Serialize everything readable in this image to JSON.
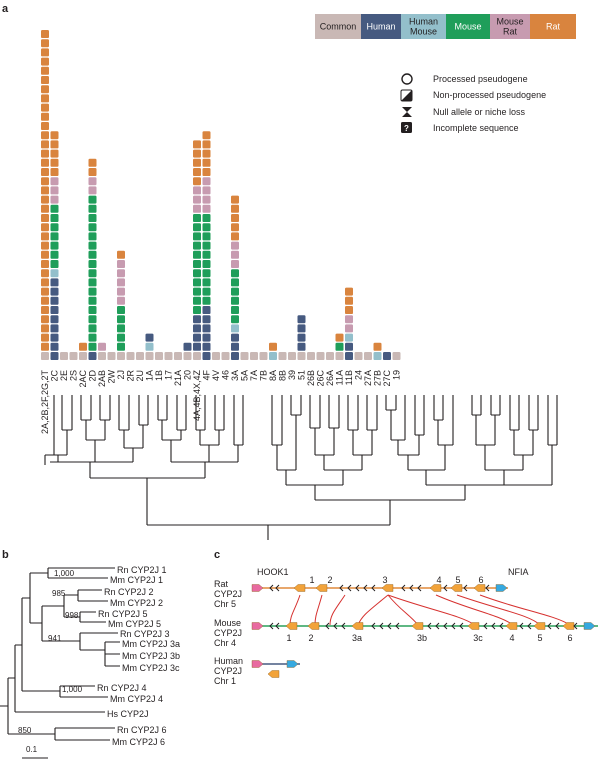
{
  "panels": {
    "a": "a",
    "b": "b",
    "c": "c"
  },
  "colors": {
    "common": "#c9b8b5",
    "human": "#465a80",
    "human_mouse": "#93bfcb",
    "mouse": "#1f9e5a",
    "mouse_rat": "#c79bb0",
    "rat": "#d9843e",
    "line": "#231f20",
    "red": "#d6312f",
    "green_chr": "#2aa05a",
    "orange_chr": "#e08a3c",
    "gene_orange": "#f2a33a",
    "gene_pink": "#e86aa0",
    "gene_blue": "#36a9e0"
  },
  "legend_top": [
    {
      "label": "Common",
      "color": "#c9b8b5",
      "text_color": "#231f20"
    },
    {
      "label": "Human",
      "color": "#465a80",
      "text_color": "#ffffff"
    },
    {
      "label": "Human\nMouse",
      "color": "#93bfcb",
      "text_color": "#231f20"
    },
    {
      "label": "Mouse",
      "color": "#1f9e5a",
      "text_color": "#ffffff"
    },
    {
      "label": "Mouse\nRat",
      "color": "#c79bb0",
      "text_color": "#231f20"
    },
    {
      "label": "Rat",
      "color": "#d9843e",
      "text_color": "#ffffff"
    }
  ],
  "legend_symbols": [
    {
      "icon": "processed-pseudogene-icon",
      "label": "Processed pseudogene"
    },
    {
      "icon": "non-processed-pseudogene-icon",
      "label": "Non-processed pseudogene"
    },
    {
      "icon": "null-allele-icon",
      "label": "Null allele or niche loss"
    },
    {
      "icon": "incomplete-sequence-icon",
      "label": "Incomplete sequence"
    }
  ],
  "gene_labels": [
    "2A,2B,2F,2G,2T",
    "2C",
    "2E",
    "2S",
    "2AC",
    "2D",
    "2AB",
    "2W",
    "2J",
    "2R",
    "2U",
    "1A",
    "1B",
    "17",
    "21A",
    "20",
    "4A,4B,4X,4Z",
    "4F",
    "4V",
    "46",
    "3A",
    "5A",
    "7A",
    "7B",
    "8A",
    "8B",
    "39",
    "51",
    "26B",
    "26C",
    "26A",
    "11A",
    "11B",
    "24",
    "27A",
    "27B",
    "27C",
    "19"
  ],
  "columns": [
    {
      "base": "c",
      "stack": [
        "r",
        "r",
        "r",
        "r",
        "r",
        "r",
        "r",
        "r",
        "r",
        "r",
        "r",
        "r",
        "r",
        "r",
        "r",
        "r",
        "r",
        "r",
        "r",
        "r",
        "r",
        "r",
        "r",
        "r",
        "r",
        "r",
        "r",
        "r",
        "r",
        "r",
        "r",
        "r",
        "r",
        "r",
        "r",
        "r",
        "r",
        "r",
        "r",
        "r"
      ]
    },
    {
      "base": "h",
      "stack": [
        "h",
        "h",
        "h",
        "h",
        "h",
        "h",
        "h",
        "h",
        "hm",
        "m",
        "m",
        "m",
        "m",
        "m",
        "m",
        "m",
        "mr",
        "mr",
        "mr",
        "r",
        "r",
        "r",
        "r",
        "r"
      ]
    },
    {
      "base": "c",
      "stack": []
    },
    {
      "base": "c",
      "stack": []
    },
    {
      "base": "c",
      "stack": [
        "r"
      ]
    },
    {
      "base": "h",
      "stack": [
        "m",
        "m",
        "m",
        "m",
        "m",
        "m",
        "m",
        "m",
        "m",
        "m",
        "m",
        "m",
        "m",
        "m",
        "m",
        "m",
        "m",
        "mr",
        "mr",
        "r",
        "r"
      ]
    },
    {
      "base": "c",
      "stack": [
        "mr"
      ]
    },
    {
      "base": "c",
      "stack": []
    },
    {
      "base": "c",
      "stack": [
        "m",
        "m",
        "m",
        "m",
        "m",
        "mr",
        "mr",
        "mr",
        "mr",
        "mr",
        "r"
      ]
    },
    {
      "base": "c",
      "stack": []
    },
    {
      "base": "c",
      "stack": []
    },
    {
      "base": "c",
      "stack": [
        "hm",
        "h"
      ]
    },
    {
      "base": "c",
      "stack": []
    },
    {
      "base": "c",
      "stack": []
    },
    {
      "base": "c",
      "stack": []
    },
    {
      "base": "c",
      "stack": [
        "h"
      ]
    },
    {
      "base": "c",
      "stack": [
        "h",
        "h",
        "h",
        "h",
        "m",
        "m",
        "m",
        "m",
        "m",
        "m",
        "m",
        "m",
        "m",
        "m",
        "m",
        "mr",
        "mr",
        "mr",
        "r",
        "r",
        "r",
        "r",
        "r"
      ]
    },
    {
      "base": "h",
      "stack": [
        "h",
        "h",
        "h",
        "h",
        "h",
        "m",
        "m",
        "m",
        "m",
        "m",
        "m",
        "m",
        "m",
        "m",
        "m",
        "mr",
        "mr",
        "mr",
        "mr",
        "r",
        "r",
        "r",
        "r",
        "r"
      ]
    },
    {
      "base": "c",
      "stack": []
    },
    {
      "base": "c",
      "stack": []
    },
    {
      "base": "h",
      "stack": [
        "h",
        "h",
        "hm",
        "m",
        "m",
        "m",
        "m",
        "m",
        "m",
        "mr",
        "mr",
        "mr",
        "r",
        "r",
        "r",
        "r",
        "r"
      ]
    },
    {
      "base": "c",
      "stack": []
    },
    {
      "base": "c",
      "stack": []
    },
    {
      "base": "c",
      "stack": []
    },
    {
      "base": "hm",
      "stack": [
        "r"
      ]
    },
    {
      "base": "c",
      "stack": []
    },
    {
      "base": "c",
      "stack": []
    },
    {
      "base": "c",
      "stack": [
        "h",
        "h",
        "h",
        "h"
      ]
    },
    {
      "base": "c",
      "stack": []
    },
    {
      "base": "c",
      "stack": []
    },
    {
      "base": "c",
      "stack": []
    },
    {
      "base": "c",
      "stack": [
        "m",
        "r"
      ]
    },
    {
      "base": "h",
      "stack": [
        "h",
        "hm",
        "mr",
        "mr",
        "r",
        "r",
        "r"
      ]
    },
    {
      "base": "c",
      "stack": []
    },
    {
      "base": "c",
      "stack": []
    },
    {
      "base": "hm",
      "stack": [
        "r"
      ]
    },
    {
      "base": "h",
      "stack": []
    },
    {
      "base": "c",
      "stack": []
    }
  ],
  "panel_b": {
    "scale_label": "0.1",
    "taxa": [
      "Rn CYP2J 1",
      "Mm CYP2J 1",
      "Rn CYP2J 2",
      "Mm CYP2J 2",
      "Rn CYP2J 5",
      "Mm CYP2J 5",
      "Rn CYP2J 3",
      "Mm CYP2J 3a",
      "Mm CYP2J 3b",
      "Mm CYP2J 3c",
      "Rn CYP2J 4",
      "Mm CYP2J 4",
      "Hs CYP2J",
      "Rn CYP2J 6",
      "Mm CYP2J 6"
    ],
    "bootstraps": [
      "1,000",
      "985",
      "998",
      "941",
      "1,000",
      "850"
    ]
  },
  "panel_c": {
    "hook1": "HOOK1",
    "nfia": "NFIA",
    "rat": [
      "Rat",
      "CYP2J",
      "Chr 5"
    ],
    "mouse": [
      "Mouse",
      "CYP2J",
      "Chr 4"
    ],
    "human": [
      "Human",
      "CYP2J",
      "Chr 1"
    ],
    "rat_genes": [
      "1",
      "2",
      "3",
      "4",
      "5",
      "6"
    ],
    "mouse_genes": [
      "1",
      "2",
      "3a",
      "3b",
      "3c",
      "4",
      "5",
      "6"
    ]
  }
}
